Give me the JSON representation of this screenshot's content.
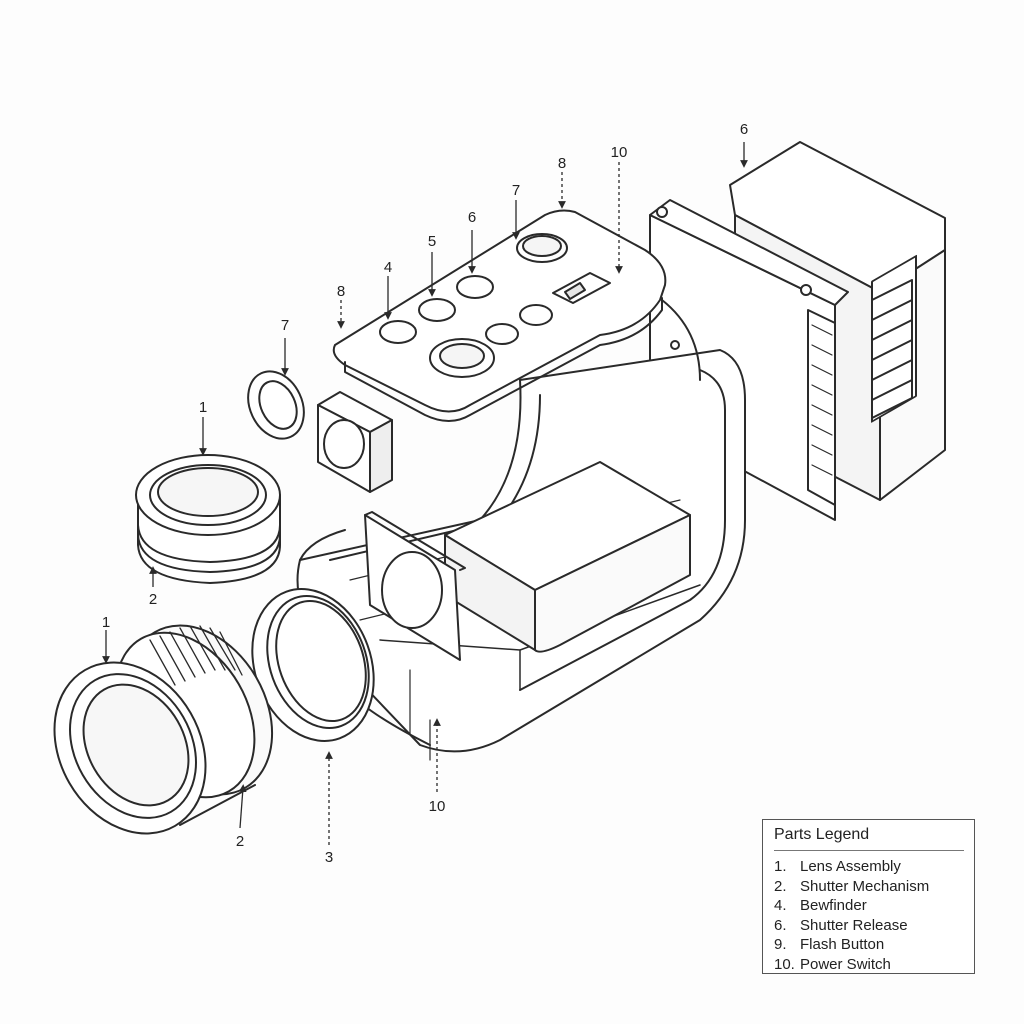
{
  "callouts": [
    "6",
    "8",
    "10",
    "7",
    "6",
    "5",
    "4",
    "8",
    "7",
    "1",
    "2",
    "1",
    "2",
    "3",
    "10"
  ],
  "legend": {
    "title": "Parts Legend",
    "items": [
      {
        "num": "1.",
        "label": "Lens Assembly"
      },
      {
        "num": "2.",
        "label": "Shutter Mechanism"
      },
      {
        "num": "4.",
        "label": "Bewfinder"
      },
      {
        "num": "6.",
        "label": "Shutter Release"
      },
      {
        "num": "9.",
        "label": "Flash Button"
      },
      {
        "num": "10.",
        "label": "Power Switch"
      }
    ]
  },
  "colors": {
    "line": "#2a2a2a",
    "fill": "#ffffff",
    "shade": "#ececec"
  }
}
